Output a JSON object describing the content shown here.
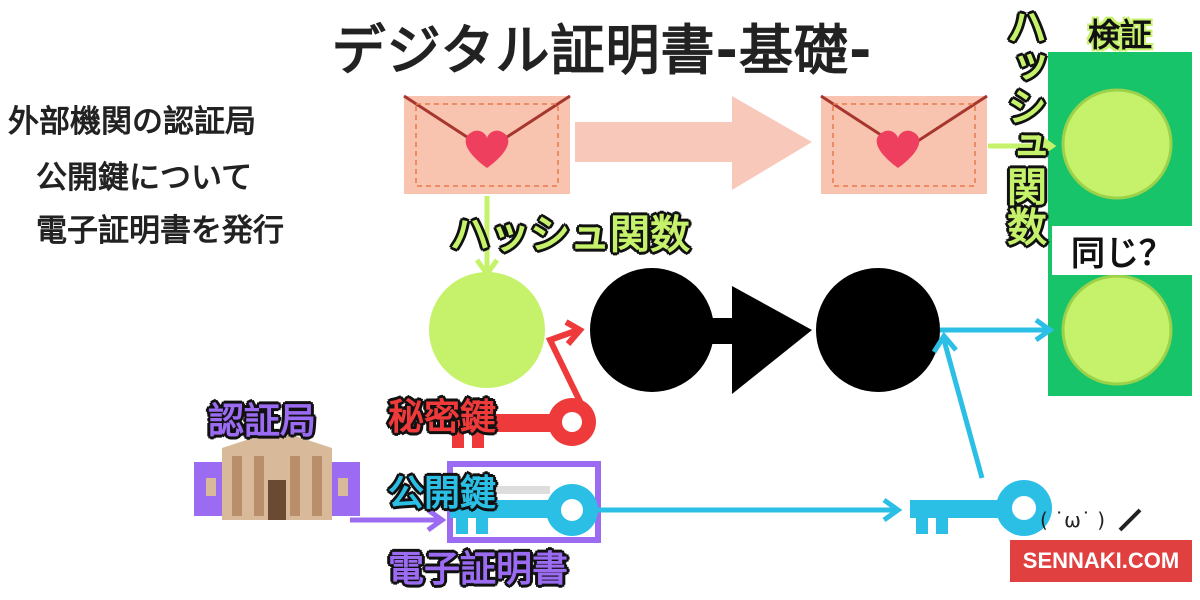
{
  "title": "デジタル証明書-基礎-",
  "description_lines": [
    "外部機関の認証局",
    "公開鍵について",
    "電子証明書を発行"
  ],
  "labels": {
    "hash_function": "ハッシュ関数",
    "hash_function_vertical": "ハッシュ関数",
    "verify": "検証",
    "same": "同じ？",
    "private_key": "秘密鍵",
    "certificate_authority": "認証局",
    "public_key": "公開鍵",
    "digital_certificate": "電子証明書"
  },
  "brand": "SENNAKI.COM",
  "kaomoji": "( ˙ω˙ )",
  "colors": {
    "envelope": "#f8c4b0",
    "arrow_pink": "#f8c9bb",
    "hash_green": "#c6f26b",
    "verify_green": "#18c46a",
    "red": "#ee3a3a",
    "blue": "#2bbfe6",
    "purple": "#9b6bf2",
    "brand_red": "#e04040"
  },
  "icons": [
    "envelope-heart-icon",
    "building-icon",
    "key-icon",
    "arrow-icon"
  ]
}
